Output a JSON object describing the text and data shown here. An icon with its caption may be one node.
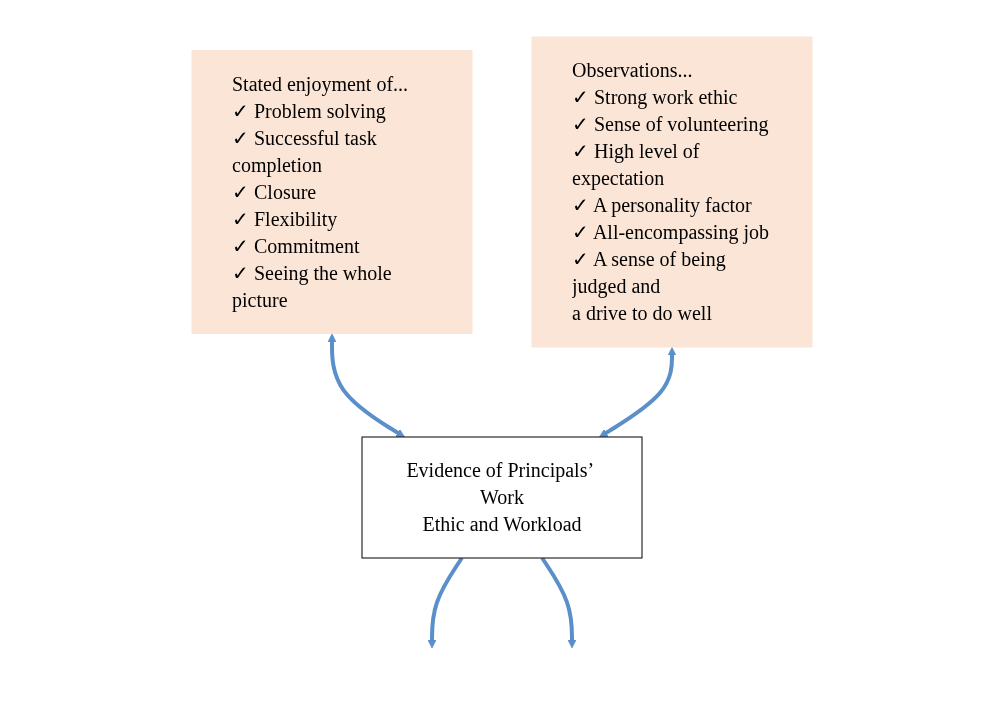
{
  "diagram": {
    "nodes": [
      {
        "text": [
          "Stated enjoyment of...",
          "✓ Problem solving",
          "✓ Successful task completion",
          "✓ Closure",
          "✓ Flexibility",
          "✓ Commitment",
          "✓ Seeing the whole picture"
        ]
      },
      {
        "text": [
          "Observations...",
          "✓ Strong work ethic",
          "✓ Sense of volunteering",
          "✓ High level of expectation",
          "✓ A personality factor",
          "✓ All-encompassing job",
          "✓ A sense of being judged and a drive to do well"
        ]
      },
      {
        "text": [
          "Evidence of Principals’ Work Ethic and Workload"
        ]
      }
    ],
    "edges": [
      {
        "from": 0,
        "to": 2,
        "arrow": "both"
      },
      {
        "from": 1,
        "to": 2,
        "arrow": "both"
      },
      {
        "from": 2,
        "to": null,
        "arrow": "to"
      },
      {
        "from": 2,
        "to": null,
        "arrow": "to"
      }
    ]
  }
}
